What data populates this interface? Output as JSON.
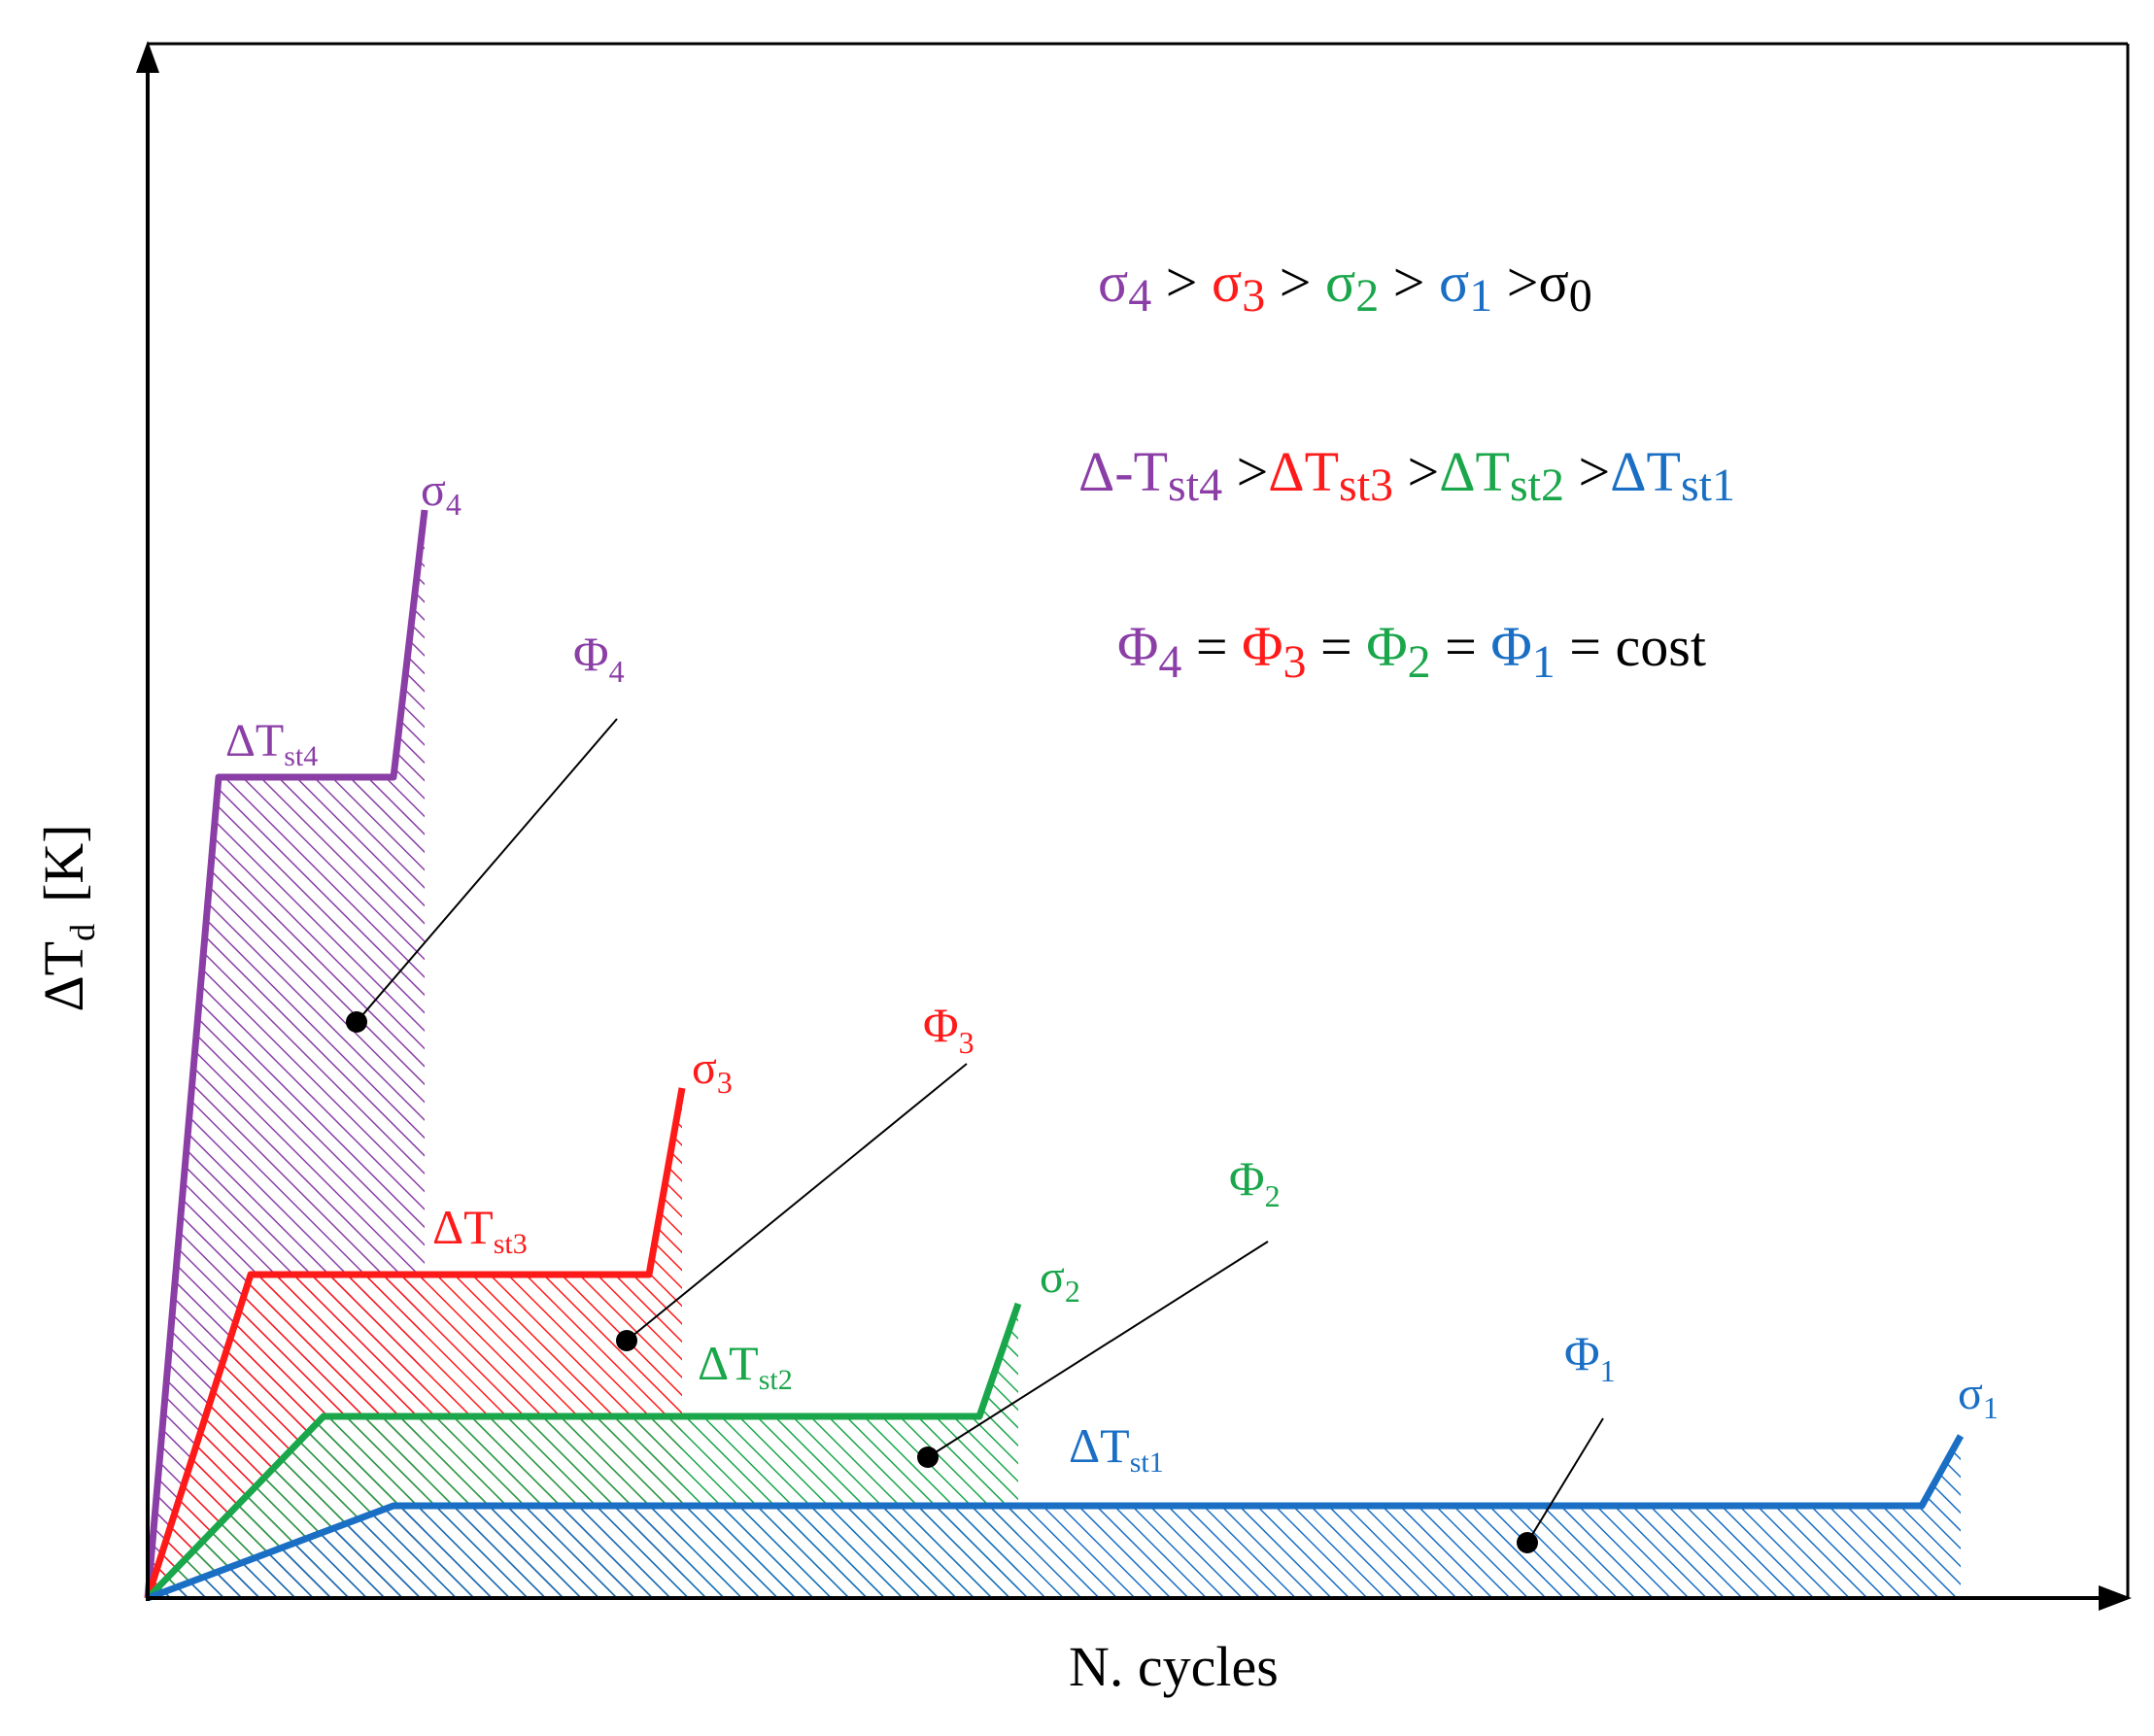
{
  "axes": {
    "y_label": "ΔT",
    "y_label_sub": "d",
    "y_label_unit": "[K]",
    "x_label": "N. cycles"
  },
  "colors": {
    "s4": "#8a3ea6",
    "s3": "#ff1a1a",
    "s2": "#1aa64a",
    "s1": "#1a6fc4",
    "ink": "#000000"
  },
  "curves": [
    {
      "key": "s4",
      "sigma": "σ",
      "sigma_sub": "4",
      "dt": "ΔT",
      "dt_sub": "st4",
      "phi": "Φ",
      "phi_sub": "4"
    },
    {
      "key": "s3",
      "sigma": "σ",
      "sigma_sub": "3",
      "dt": "ΔT",
      "dt_sub": "st3",
      "phi": "Φ",
      "phi_sub": "3"
    },
    {
      "key": "s2",
      "sigma": "σ",
      "sigma_sub": "2",
      "dt": "ΔT",
      "dt_sub": "st2",
      "phi": "Φ",
      "phi_sub": "2"
    },
    {
      "key": "s1",
      "sigma": "σ",
      "sigma_sub": "1",
      "dt": "ΔT",
      "dt_sub": "st1",
      "phi": "Φ",
      "phi_sub": "1"
    }
  ],
  "relations": {
    "sigma_line": {
      "s4": "σ",
      "s4_sub": "4",
      "gt1": ">",
      "s3": "σ",
      "s3_sub": "3",
      "gt2": ">",
      "s2": "σ",
      "s2_sub": "2",
      "gt3": ">",
      "s1": "σ",
      "s1_sub": "1",
      "gt4": ">",
      "s0": "σ",
      "s0_sub": "0"
    },
    "dt_line": {
      "t4": "Δ-T",
      "t4_sub": "st4",
      "gt1": ">",
      "t3": "ΔT",
      "t3_sub": "st3",
      "gt2": ">",
      "t2": "ΔT",
      "t2_sub": "st2",
      "gt3": ">",
      "t1": "ΔT",
      "t1_sub": "st1"
    },
    "phi_line": {
      "p4": "Φ",
      "p4_sub": "4",
      "eq1": "=",
      "p3": "Φ",
      "p3_sub": "3",
      "eq2": "=",
      "p2": "Φ",
      "p2_sub": "2",
      "eq3": "=",
      "p1": "Φ",
      "p1_sub": "1",
      "eq4": "=",
      "rhs": "cost"
    }
  }
}
